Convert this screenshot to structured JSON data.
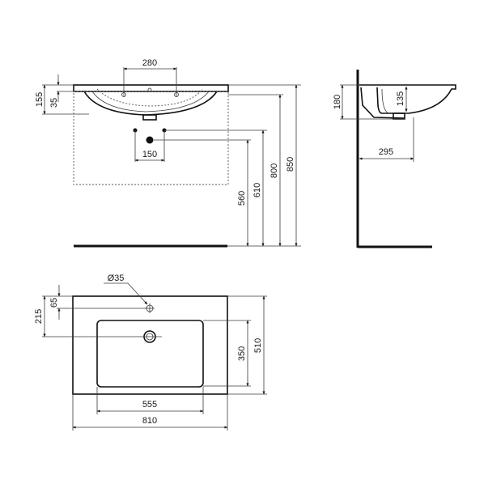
{
  "drawing": {
    "colors": {
      "line": "#111111",
      "dim_line": "#3a3a3a",
      "background": "#ffffff"
    },
    "front_view": {
      "tap_spacing": "280",
      "overall_height": "155",
      "rim_thickness": "35",
      "trap_spacing": "150",
      "height_560": "560",
      "height_610": "610",
      "height_800": "800",
      "height_850": "850"
    },
    "side_view": {
      "overall_height": "180",
      "bowl_depth": "135",
      "waste_projection": "295"
    },
    "top_view": {
      "tap_hole_diameter": "Ø35",
      "tap_hole_offset": "65",
      "waste_offset": "215",
      "bowl_depth": "350",
      "overall_depth": "510",
      "bowl_width": "555",
      "overall_width": "810"
    }
  }
}
